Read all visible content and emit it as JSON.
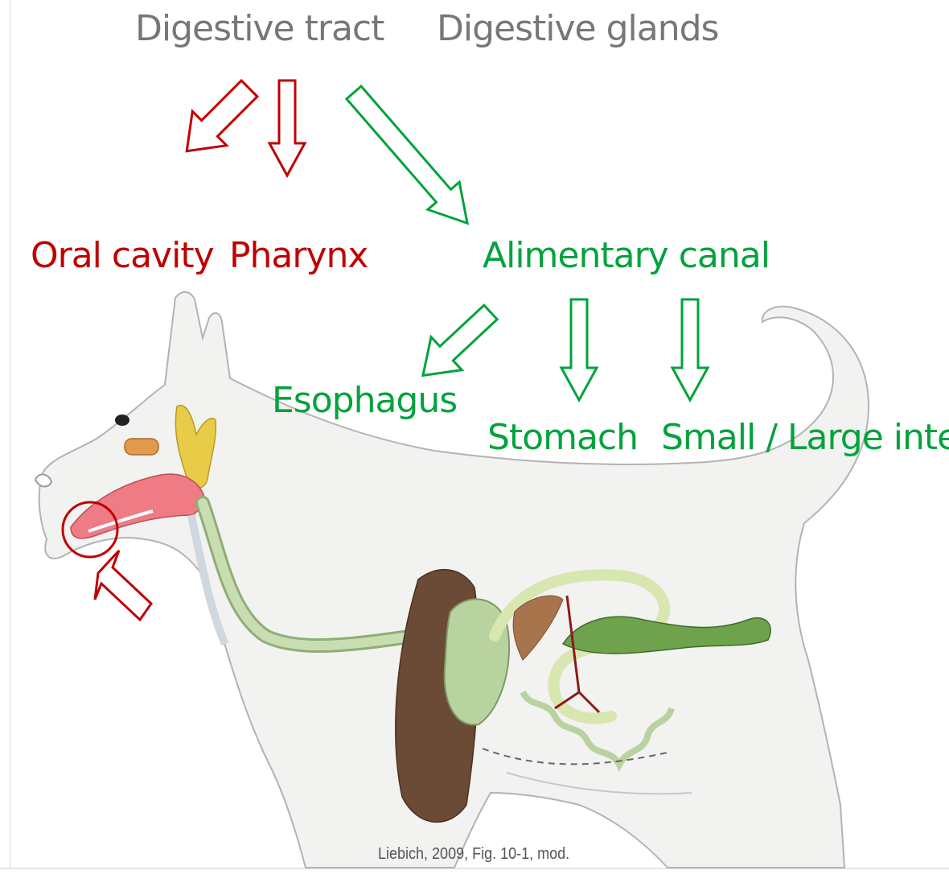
{
  "labels": {
    "digestive_tract": "Digestive tract",
    "digestive_glands": "Digestive glands",
    "oral_cavity": "Oral cavity",
    "pharynx": "Pharynx",
    "alimentary_canal": "Alimentary canal",
    "esophagus": "Esophagus",
    "stomach": "Stomach",
    "intestine": "Small / Large intesti"
  },
  "credit": "Liebich, 2009, Fig. 10-1, mod.",
  "colors": {
    "red_category": "#c00000",
    "green_category": "#00a33c",
    "grey_heading": "#777777",
    "dog_body": "#f2f2f0",
    "gut_green": "#b9d3a0",
    "intestine_dark_green": "#5b8f3e",
    "liver_brown": "#6b4a36",
    "salivary_yellow": "#e8cc48",
    "mouth_pink": "#ef7b85"
  }
}
